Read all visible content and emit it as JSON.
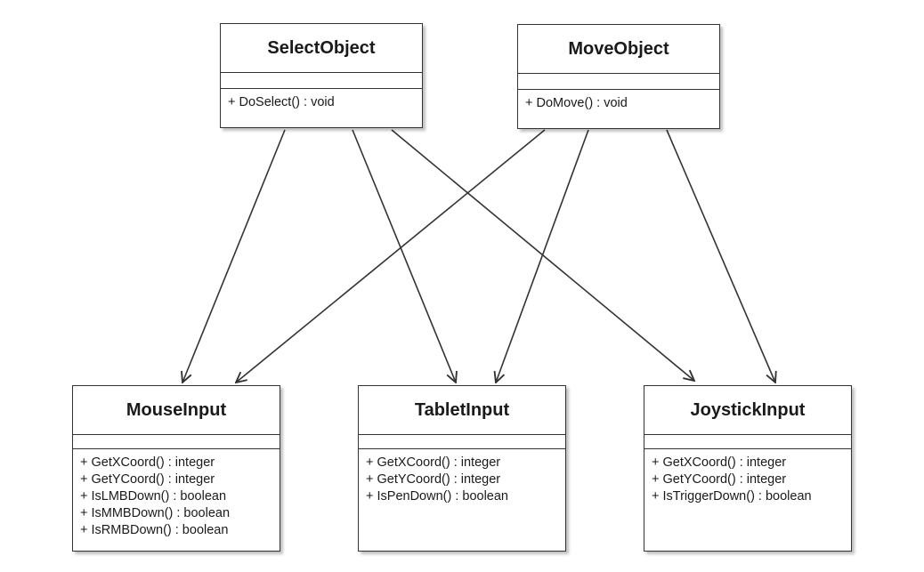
{
  "classes": {
    "select_object": {
      "name": "SelectObject",
      "operations": [
        "+ DoSelect() : void"
      ]
    },
    "move_object": {
      "name": "MoveObject",
      "operations": [
        "+ DoMove() : void"
      ]
    },
    "mouse_input": {
      "name": "MouseInput",
      "operations": [
        "+ GetXCoord() : integer",
        "+ GetYCoord() : integer",
        "+ IsLMBDown() : boolean",
        "+ IsMMBDown() : boolean",
        "+ IsRMBDown() : boolean"
      ]
    },
    "tablet_input": {
      "name": "TabletInput",
      "operations": [
        "+ GetXCoord() : integer",
        "+ GetYCoord() : integer",
        "+ IsPenDown() : boolean"
      ]
    },
    "joystick_input": {
      "name": "JoystickInput",
      "operations": [
        "+ GetXCoord() : integer",
        "+ GetYCoord() : integer",
        "+ IsTriggerDown() : boolean"
      ]
    }
  },
  "edges": [
    {
      "from": "SelectObject",
      "to": "MouseInput"
    },
    {
      "from": "SelectObject",
      "to": "TabletInput"
    },
    {
      "from": "SelectObject",
      "to": "JoystickInput"
    },
    {
      "from": "MoveObject",
      "to": "MouseInput"
    },
    {
      "from": "MoveObject",
      "to": "TabletInput"
    },
    {
      "from": "MoveObject",
      "to": "JoystickInput"
    }
  ],
  "colors": {
    "line": "#333333",
    "text": "#1a1a1a"
  }
}
